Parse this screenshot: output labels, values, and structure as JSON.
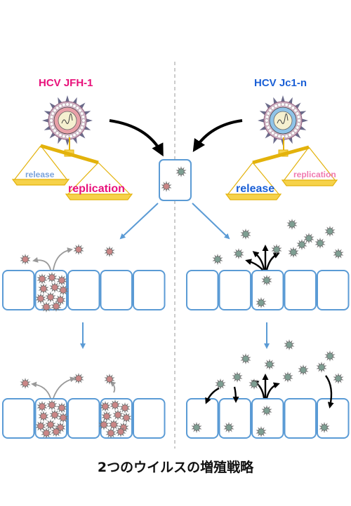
{
  "colors": {
    "jfh1": "#e8107a",
    "jc1n": "#1a5fd6",
    "cell_border": "#5b9bd5",
    "arrow_blue": "#5b9bd5",
    "arrow_black": "#000000",
    "balance_gold": "#e3b20b",
    "release_light_blue": "#7aa3dc",
    "replication_light_pink": "#f07ab0",
    "virion_pink": "#c98686",
    "virion_green": "#7e9e92"
  },
  "left_strain": {
    "name": "HCV JFH-1",
    "balance": {
      "light_pan_label": "release",
      "heavy_pan_label": "replication"
    }
  },
  "right_strain": {
    "name": "HCV Jc1-n",
    "balance": {
      "heavy_pan_label": "release",
      "light_pan_label": "replication"
    }
  },
  "caption": "2つのウイルスの増殖戦略",
  "icons": [
    "hcv-virion-icon",
    "hcv-virion-icon",
    "black-curved-arrow-icon",
    "blue-arrow-icon"
  ]
}
